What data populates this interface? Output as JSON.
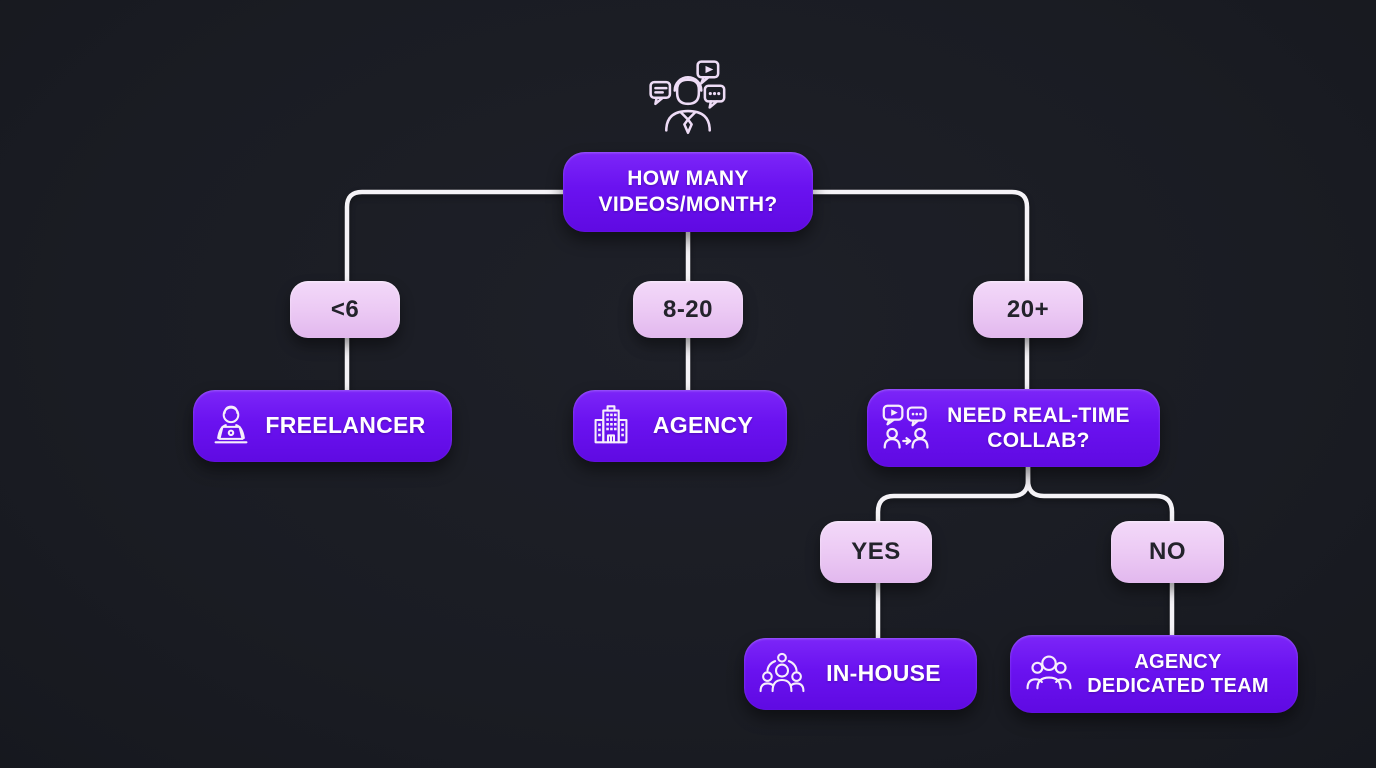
{
  "colors": {
    "background": "#1a1c23",
    "node_purple": "#6a12f0",
    "node_lavender": "#eccaf4",
    "connector_line": "#f5f3f7",
    "text_on_purple": "#ffffff",
    "text_on_lavender": "#23232b"
  },
  "flowchart": {
    "header_icon": "consultant-speech-bubbles-icon",
    "root": {
      "label": "HOW MANY VIDEOS/MONTH?"
    },
    "level1": [
      {
        "condition": "<6",
        "result": "FREELANCER",
        "icon": "freelancer-laptop-icon"
      },
      {
        "condition": "8-20",
        "result": "AGENCY",
        "icon": "office-building-icon"
      },
      {
        "condition": "20+",
        "result": "NEED REAL-TIME COLLAB?",
        "icon": "collab-chat-people-icon"
      }
    ],
    "level2": [
      {
        "condition": "YES",
        "result": "IN-HOUSE",
        "icon": "connected-team-icon"
      },
      {
        "condition": "NO",
        "result": "AGENCY DEDICATED TEAM",
        "icon": "people-group-icon"
      }
    ]
  }
}
